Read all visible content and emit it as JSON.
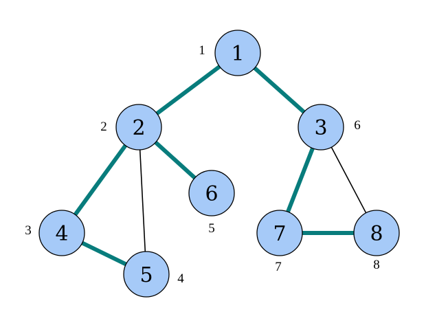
{
  "graph": {
    "colors": {
      "node_fill": "#a6caf8",
      "node_stroke": "#000000",
      "tree_edge": "#087c7c",
      "back_edge": "#000000"
    },
    "nodes": [
      {
        "id": "1",
        "label": "1",
        "order": "1"
      },
      {
        "id": "2",
        "label": "2",
        "order": "2"
      },
      {
        "id": "3",
        "label": "3",
        "order": "6"
      },
      {
        "id": "4",
        "label": "4",
        "order": "3"
      },
      {
        "id": "5",
        "label": "5",
        "order": "4"
      },
      {
        "id": "6",
        "label": "6",
        "order": "5"
      },
      {
        "id": "7",
        "label": "7",
        "order": "7"
      },
      {
        "id": "8",
        "label": "8",
        "order": "8"
      }
    ],
    "edges": [
      {
        "from": "1",
        "to": "2",
        "kind": "tree"
      },
      {
        "from": "1",
        "to": "3",
        "kind": "tree"
      },
      {
        "from": "2",
        "to": "4",
        "kind": "tree"
      },
      {
        "from": "2",
        "to": "6",
        "kind": "tree"
      },
      {
        "from": "2",
        "to": "5",
        "kind": "non-tree"
      },
      {
        "from": "4",
        "to": "5",
        "kind": "tree"
      },
      {
        "from": "3",
        "to": "7",
        "kind": "tree"
      },
      {
        "from": "3",
        "to": "8",
        "kind": "non-tree"
      },
      {
        "from": "7",
        "to": "8",
        "kind": "tree"
      }
    ]
  }
}
